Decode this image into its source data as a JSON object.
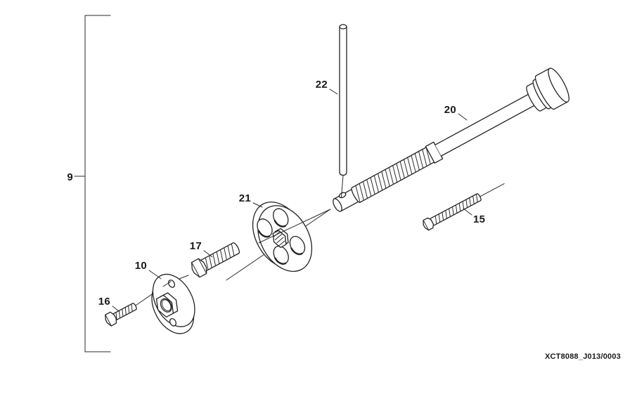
{
  "figure": {
    "code": "XCT8088_J013/0003",
    "callouts": {
      "c9": "9",
      "c10": "10",
      "c15": "15",
      "c16": "16",
      "c17": "17",
      "c20": "20",
      "c21": "21",
      "c22": "22"
    }
  },
  "colors": {
    "ink": "#222222",
    "paper": "#ffffff"
  }
}
